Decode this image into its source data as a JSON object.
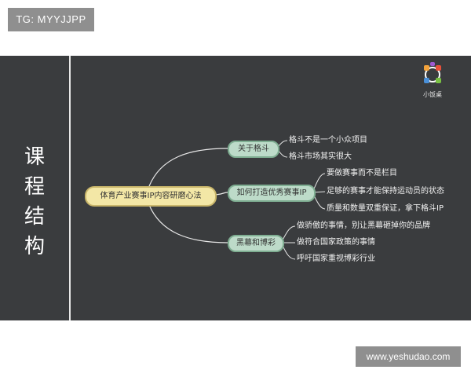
{
  "badge": {
    "text": "TG: MYYJJPP"
  },
  "slide": {
    "vertical_title": [
      "课",
      "程",
      "结",
      "构"
    ],
    "logo_label": "小饭桌",
    "center": "体育产业赛事IP内容研磨心法",
    "branches": [
      {
        "label": "关于格斗",
        "leaves": [
          "格斗不是一个小众项目",
          "格斗市场其实很大"
        ]
      },
      {
        "label": "如何打造优秀赛事IP",
        "leaves": [
          "要做赛事而不是栏目",
          "足够的赛事才能保持运动员的状态",
          "质量和数量双重保证，拿下格斗IP"
        ]
      },
      {
        "label": "黑幕和博彩",
        "leaves": [
          "做骄傲的事情，别让黑幕砸掉你的品牌",
          "做符合国家政策的事情",
          "呼吁国家重视博彩行业"
        ]
      }
    ]
  },
  "watermark": {
    "text": "www.yeshudao.com"
  }
}
